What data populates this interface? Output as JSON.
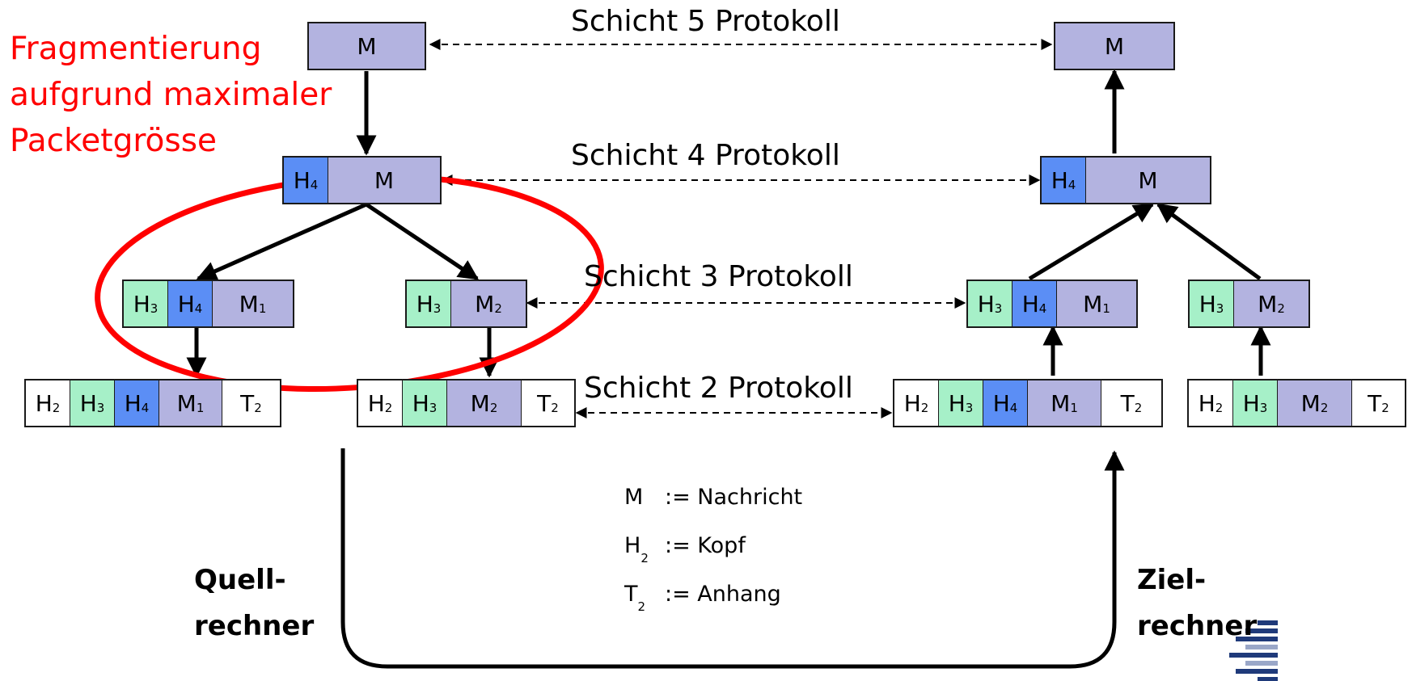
{
  "protocols": {
    "layer5": "Schicht 5 Protokoll",
    "layer4": "Schicht 4 Protokoll",
    "layer3": "Schicht 3 Protokoll",
    "layer2": "Schicht 2 Protokoll"
  },
  "annotation": {
    "line1": "Fragmentierung",
    "line2": "aufgrund maximaler",
    "line3": "Packetgrösse",
    "color": "#ff0000"
  },
  "hosts": {
    "source_line1": "Quell-",
    "source_line2": "rechner",
    "target_line1": "Ziel-",
    "target_line2": "rechner"
  },
  "legend": [
    {
      "sym": "M",
      "sub": "",
      "desc": ":= Nachricht"
    },
    {
      "sym": "H",
      "sub": "2",
      "desc": ":= Kopf"
    },
    {
      "sym": "T",
      "sub": "2",
      "desc": ":= Anhang"
    }
  ],
  "colors": {
    "message": "#b3b3e0",
    "header4": "#5b8ef5",
    "header3": "#a6f0c8",
    "header2_trailer": "#ffffff"
  },
  "packets": {
    "src_l5": [
      {
        "t": "M",
        "s": ""
      }
    ],
    "src_l4": [
      {
        "t": "H",
        "s": "4"
      },
      {
        "t": "M",
        "s": ""
      }
    ],
    "src_l3a": [
      {
        "t": "H",
        "s": "3"
      },
      {
        "t": "H",
        "s": "4"
      },
      {
        "t": "M",
        "s": "1"
      }
    ],
    "src_l3b": [
      {
        "t": "H",
        "s": "3"
      },
      {
        "t": "M",
        "s": "2"
      }
    ],
    "src_l2a": [
      {
        "t": "H",
        "s": "2"
      },
      {
        "t": "H",
        "s": "3"
      },
      {
        "t": "H",
        "s": "4"
      },
      {
        "t": "M",
        "s": "1"
      },
      {
        "t": "T",
        "s": "2"
      }
    ],
    "src_l2b": [
      {
        "t": "H",
        "s": "2"
      },
      {
        "t": "H",
        "s": "3"
      },
      {
        "t": "M",
        "s": "2"
      },
      {
        "t": "T",
        "s": "2"
      }
    ],
    "dst_l5": [
      {
        "t": "M",
        "s": ""
      }
    ],
    "dst_l4": [
      {
        "t": "H",
        "s": "4"
      },
      {
        "t": "M",
        "s": ""
      }
    ],
    "dst_l3a": [
      {
        "t": "H",
        "s": "3"
      },
      {
        "t": "H",
        "s": "4"
      },
      {
        "t": "M",
        "s": "1"
      }
    ],
    "dst_l3b": [
      {
        "t": "H",
        "s": "3"
      },
      {
        "t": "M",
        "s": "2"
      }
    ],
    "dst_l2a": [
      {
        "t": "H",
        "s": "2"
      },
      {
        "t": "H",
        "s": "3"
      },
      {
        "t": "H",
        "s": "4"
      },
      {
        "t": "M",
        "s": "1"
      },
      {
        "t": "T",
        "s": "2"
      }
    ],
    "dst_l2b": [
      {
        "t": "H",
        "s": "2"
      },
      {
        "t": "H",
        "s": "3"
      },
      {
        "t": "M",
        "s": "2"
      },
      {
        "t": "T",
        "s": "2"
      }
    ]
  }
}
